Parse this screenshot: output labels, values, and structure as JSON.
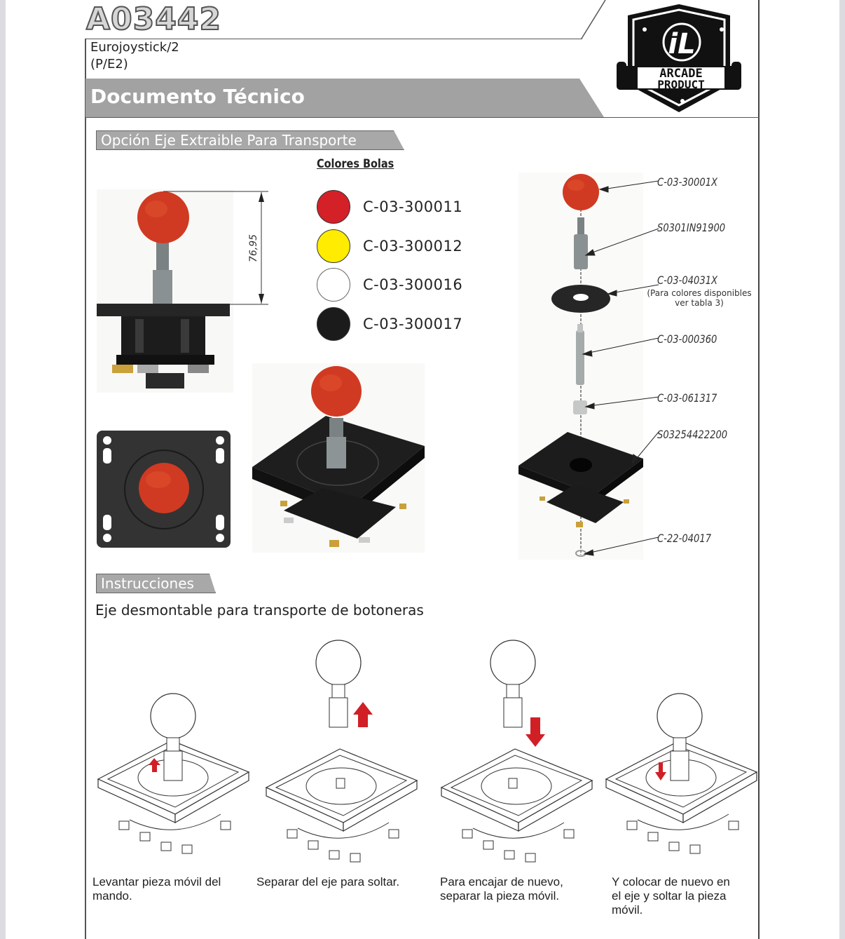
{
  "document": {
    "code": "A03442",
    "product_name": "Eurojoystick/2",
    "product_variant": "(P/E2)",
    "header_title": "Documento Técnico",
    "logo": {
      "line1": "ARCADE",
      "line2": "PRODUCT",
      "monogram": "iL"
    }
  },
  "section_transport": {
    "tab_label": "Opción Eje Extraible Para Transporte",
    "dimension_label": "76,95",
    "ball_colors": {
      "title": "Colores Bolas",
      "items": [
        {
          "code": "C-03-300011",
          "color": "#d42027",
          "name": "red"
        },
        {
          "code": "C-03-300012",
          "color": "#ffec00",
          "name": "yellow"
        },
        {
          "code": "C-03-300016",
          "color": "#ffffff",
          "name": "white"
        },
        {
          "code": "C-03-300017",
          "color": "#1b1b1b",
          "name": "black"
        }
      ]
    },
    "exploded_parts": [
      {
        "code": "C-03-30001X"
      },
      {
        "code": "S0301IN91900"
      },
      {
        "code": "C-03-04031X",
        "note_line1": "(Para colores disponibles",
        "note_line2": "ver tabla 3)"
      },
      {
        "code": "C-03-000360"
      },
      {
        "code": "C-03-061317"
      },
      {
        "code": "S03254422200"
      },
      {
        "code": "C-22-04017"
      }
    ]
  },
  "section_instructions": {
    "tab_label": "Instrucciones",
    "subtitle": "Eje desmontable para transporte de botoneras",
    "steps": [
      {
        "line1": "Levantar pieza móvil del",
        "line2": "mando.",
        "line3": ""
      },
      {
        "line1": "Separar del eje para soltar.",
        "line2": "",
        "line3": ""
      },
      {
        "line1": "Para encajar de nuevo,",
        "line2": "separar la pieza móvil.",
        "line3": ""
      },
      {
        "line1": "Y colocar de nuevo en",
        "line2": "el eje y soltar la pieza",
        "line3": "móvil."
      }
    ]
  },
  "colors": {
    "header_gray": "#a2a2a2",
    "ball_red": "#d03a22",
    "arrow_red": "#d11f26",
    "base_black": "#222222"
  }
}
